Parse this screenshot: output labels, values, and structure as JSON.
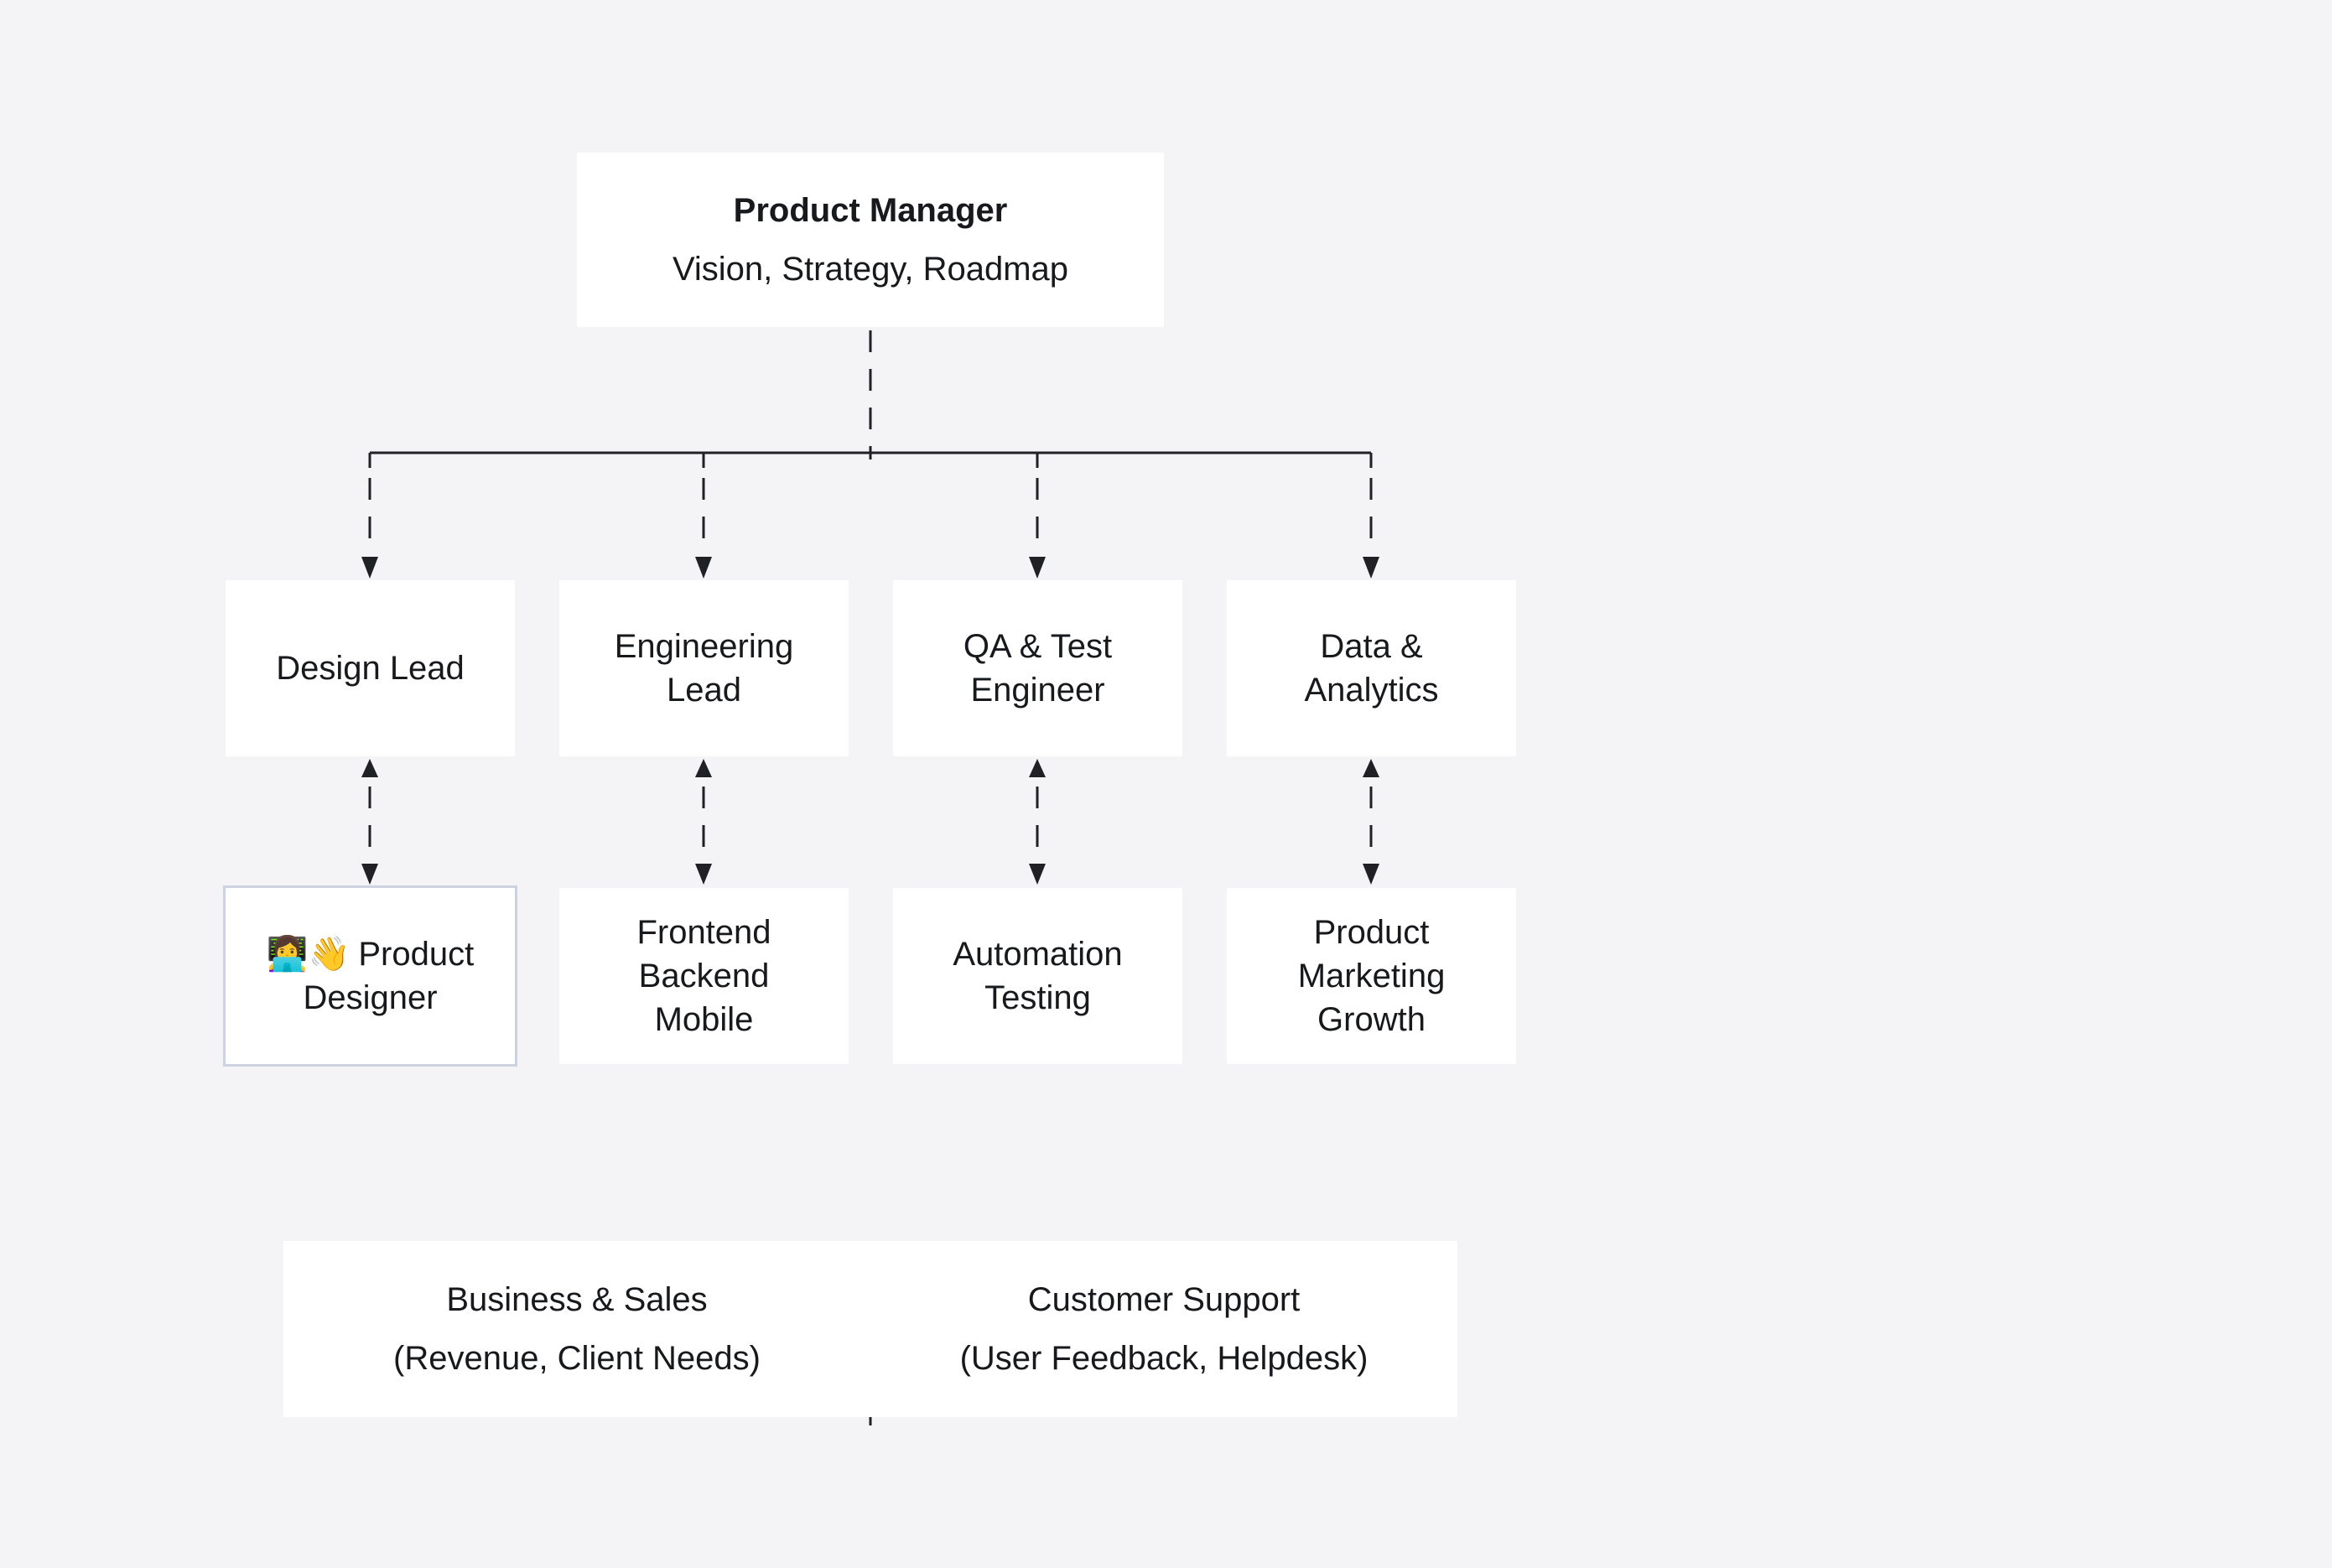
{
  "colors": {
    "background": "#f4f4f6",
    "node_fill": "#ffffff",
    "text": "#17191c",
    "connector": "#1f2124",
    "selected_border": "#ccd2e0"
  },
  "diagram": {
    "root": {
      "title": "Product Manager",
      "subtitle": "Vision, Strategy, Roadmap"
    },
    "leads": [
      {
        "lines": [
          "Design Lead"
        ]
      },
      {
        "lines": [
          "Engineering",
          "Lead"
        ]
      },
      {
        "lines": [
          "QA & Test",
          "Engineer"
        ]
      },
      {
        "lines": [
          "Data &",
          "Analytics"
        ]
      }
    ],
    "teams": [
      {
        "emoji": "👩‍💻👋",
        "lines": [
          "Product",
          "Designer"
        ],
        "selected": true
      },
      {
        "lines": [
          "Frontend",
          "Backend",
          "Mobile"
        ]
      },
      {
        "lines": [
          "Automation",
          "Testing"
        ]
      },
      {
        "lines": [
          "Product",
          "Marketing",
          "Growth"
        ]
      }
    ],
    "bottom": [
      {
        "title": "Business & Sales",
        "subtitle": "(Revenue, Client Needs)"
      },
      {
        "title": "Customer Support",
        "subtitle": "(User Feedback, Helpdesk)"
      }
    ]
  }
}
